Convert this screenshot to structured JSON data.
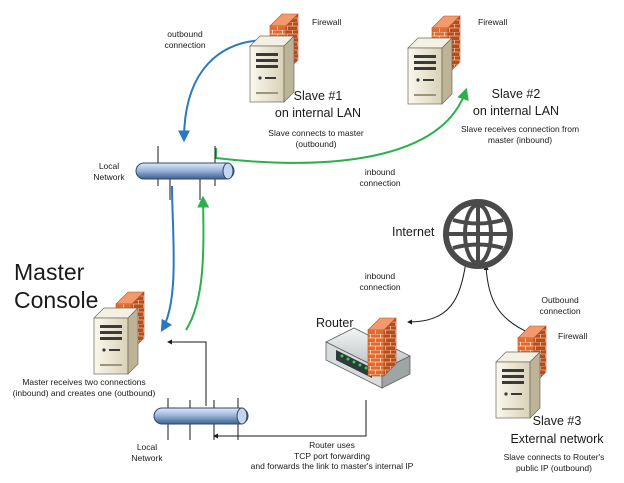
{
  "master": {
    "title_line1": "Master",
    "title_line2": "Console",
    "caption": "Master receives two connections\n(inbound) and creates one (outbound)"
  },
  "slave1": {
    "title_line1": "Slave #1",
    "title_line2": "on internal LAN",
    "caption": "Slave connects to master\n(outbound)",
    "firewall": "Firewall"
  },
  "slave2": {
    "title_line1": "Slave #2",
    "title_line2": "on internal LAN",
    "caption": "Slave receives connection from\nmaster (inbound)",
    "firewall": "Firewall"
  },
  "slave3": {
    "title_line1": "Slave #3",
    "title_line2": "External network",
    "caption": "Slave connects to Router's\npublic IP (outbound)",
    "firewall": "Firewall"
  },
  "networks": {
    "local_top": "Local\nNetwork",
    "local_bottom": "Local\nNetwork"
  },
  "internet": {
    "label": "Internet"
  },
  "router": {
    "label": "Router",
    "caption": "Router uses\nTCP port forwarding\nand forwards the link to master's internal IP"
  },
  "connections": {
    "outbound_top": "outbound\nconnection",
    "inbound_slave2": "inbound\nconnection",
    "inbound_internet": "inbound\nconnection",
    "outbound_slave3": "Outbound\nconnection"
  },
  "colors": {
    "blue_link": "#2a78c2",
    "green_link": "#2bb04a",
    "black_link": "#1a1a1a",
    "firewall": "#e2692f",
    "server": "#e8e2cf"
  }
}
